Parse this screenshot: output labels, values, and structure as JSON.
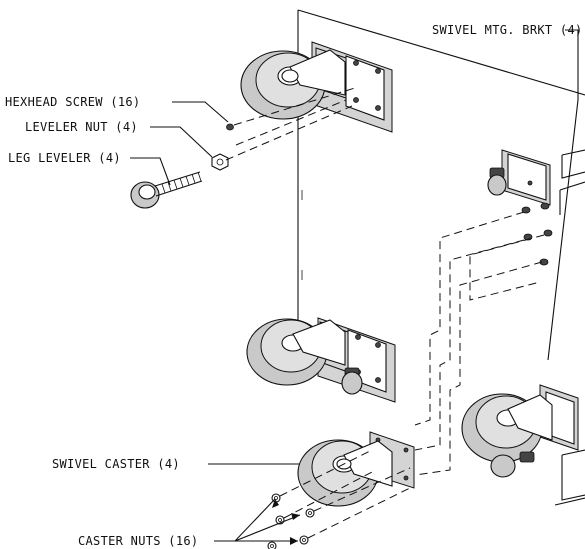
{
  "labels": {
    "swivel_mtg_brkt": "SWIVEL MTG. BRKT (4)",
    "hexhead_screw": "HEXHEAD SCREW (16)",
    "leveler_nut": "LEVELER NUT (4)",
    "leg_leveler": "LEG LEVELER (4)",
    "swivel_caster": "SWIVEL CASTER (4)",
    "caster_nuts": "CASTER NUTS (16)"
  }
}
